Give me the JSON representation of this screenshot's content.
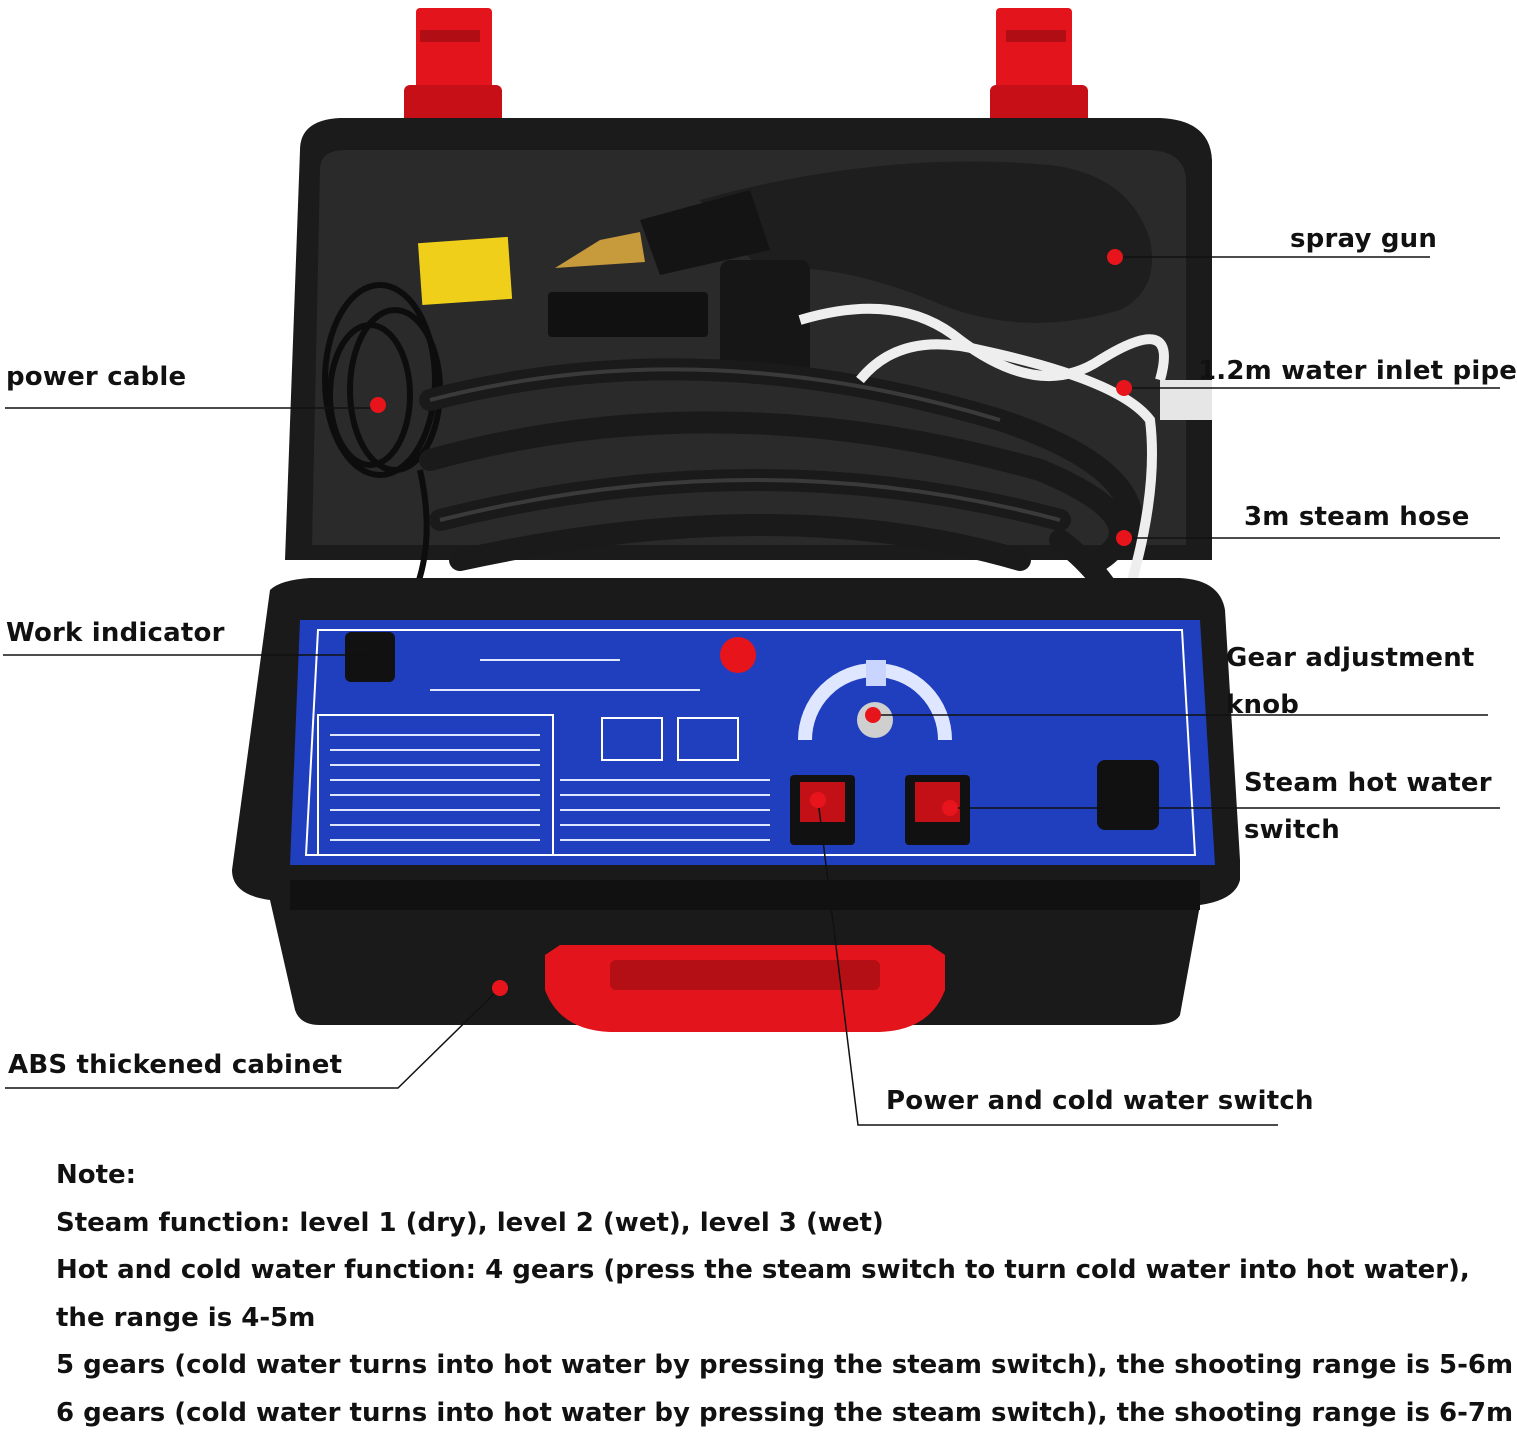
{
  "callouts": {
    "spray_gun": "spray gun",
    "power_cable": "power cable",
    "water_inlet_pipe": "1.2m water inlet pipe",
    "steam_hose": "3m steam hose",
    "work_indicator": "Work indicator",
    "gear_knob_line1": "Gear adjustment",
    "gear_knob_line2": "knob",
    "steam_switch_line1": "Steam hot water",
    "steam_switch_line2": "switch",
    "abs_cabinet": "ABS thickened cabinet",
    "power_cold_switch": "Power and cold water switch"
  },
  "notes": {
    "heading": "Note:",
    "lines": [
      "Steam function: level 1 (dry), level 2 (wet), level 3 (wet)",
      "Hot and cold water function: 4 gears (press the steam switch to turn cold water into hot water),",
      "the range is 4-5m",
      "5 gears (cold water turns into hot water by pressing the steam switch), the shooting range is 5-6m",
      "6 gears (cold water turns into hot water by pressing the steam switch), the shooting range is 6-7m"
    ]
  },
  "colors": {
    "case_body": "#1a1a1a",
    "latch_red": "#e3141c",
    "panel_blue": "#1f3fbf",
    "marker_red": "#e8141c"
  }
}
